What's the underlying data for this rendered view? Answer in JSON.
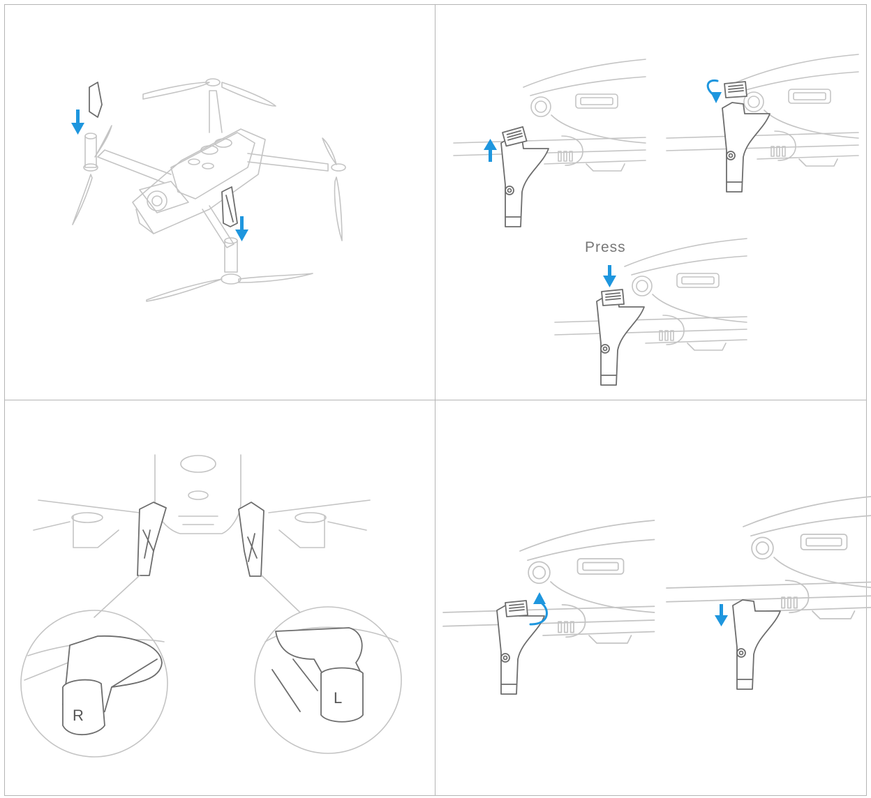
{
  "figure": {
    "panels": [
      {
        "id": "step-1",
        "description_visible": false
      },
      {
        "id": "step-2",
        "press_label": "Press"
      },
      {
        "id": "step-3",
        "right_leg_letter": "R",
        "left_leg_letter": "L"
      },
      {
        "id": "step-4"
      }
    ],
    "colors": {
      "arrow": "#1e96de",
      "drone_outline": "#c4c4c4",
      "leg_outline": "#6d6d6d",
      "panel_border": "#b5b5b5"
    },
    "icons": [
      "down-arrow-icon",
      "up-arrow-icon",
      "rotate-arrow-icon"
    ]
  }
}
